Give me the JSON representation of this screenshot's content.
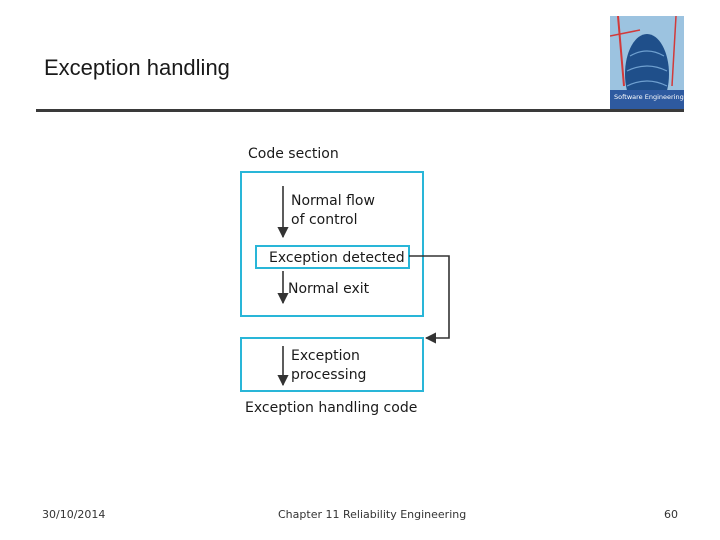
{
  "slide": {
    "title": "Exception handling"
  },
  "cover": {
    "title": "Software Engineering",
    "colors": {
      "sky": "#9cc3e0",
      "tower": "#1f4f8a",
      "band": "#2e5aa0",
      "crane": "#d23a3a"
    }
  },
  "diagram": {
    "code_section_label": "Code section",
    "normal_flow_label": [
      "Normal flow",
      "of control"
    ],
    "exception_detected_label": "Exception detected",
    "normal_exit_label": "Normal exit",
    "exception_processing_label": [
      "Exception",
      "processing"
    ],
    "exception_handling_code_label": "Exception handling code",
    "colors": {
      "box_border": "#29b6d8",
      "arrow": "#333333"
    }
  },
  "footer": {
    "date": "30/10/2014",
    "chapter": "Chapter 11 Reliability Engineering",
    "page": "60"
  }
}
